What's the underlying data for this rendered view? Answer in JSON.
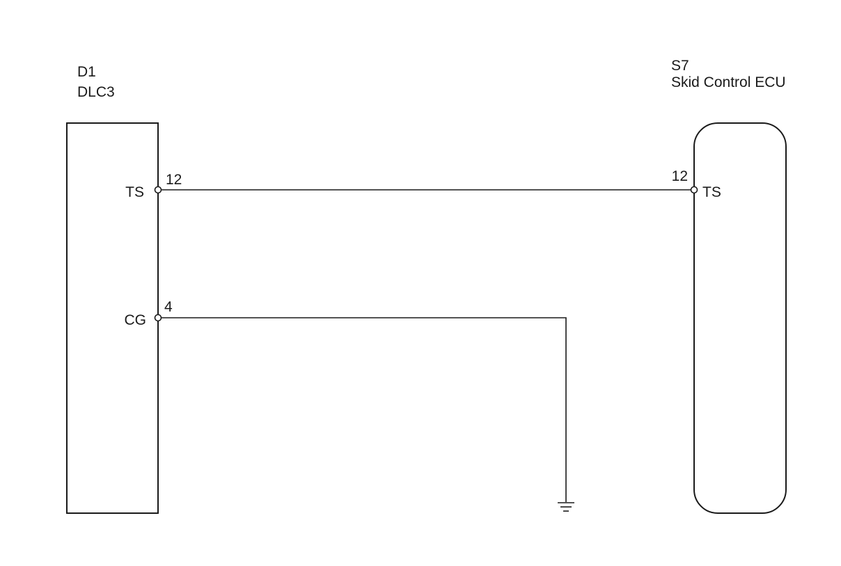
{
  "left_component": {
    "code": "D1",
    "name": "DLC3",
    "pins": [
      {
        "name": "TS",
        "number": "12"
      },
      {
        "name": "CG",
        "number": "4"
      }
    ]
  },
  "right_component": {
    "code": "S7",
    "name": "Skid Control ECU",
    "pins": [
      {
        "name": "TS",
        "number": "12"
      }
    ]
  },
  "connections": [
    {
      "from": "D1 TS (12)",
      "to": "S7 TS (12)"
    },
    {
      "from": "D1 CG (4)",
      "to": "ground"
    }
  ],
  "colors": {
    "line": "#1a1a1a",
    "background": "#ffffff"
  }
}
